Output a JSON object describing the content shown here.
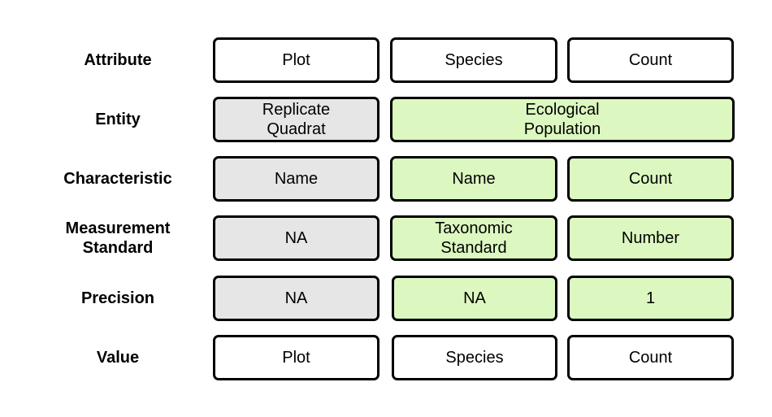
{
  "row_labels": {
    "attribute": "Attribute",
    "entity": "Entity",
    "characteristic": "Characteristic",
    "measurement_standard": "Measurement\nStandard",
    "precision": "Precision",
    "value": "Value"
  },
  "attribute_row": {
    "plot": "Plot",
    "species": "Species",
    "count": "Count"
  },
  "entity_row": {
    "replicate": "Replicate\nQuadrat",
    "population": "Ecological\nPopulation"
  },
  "characteristic_row": {
    "plot": "Name",
    "species": "Name",
    "count": "Count"
  },
  "measurement_standard_row": {
    "plot": "NA",
    "species": "Taxonomic\nStandard",
    "count": "Number"
  },
  "precision_row": {
    "plot": "NA",
    "species": "NA",
    "count": "1"
  },
  "value_row": {
    "plot": "Plot",
    "species": "Species",
    "count": "Count"
  },
  "colors": {
    "white_fill": "#ffffff",
    "gray_fill": "#e6e6e6",
    "green_fill": "#dcf8c0",
    "border": "#000000"
  }
}
